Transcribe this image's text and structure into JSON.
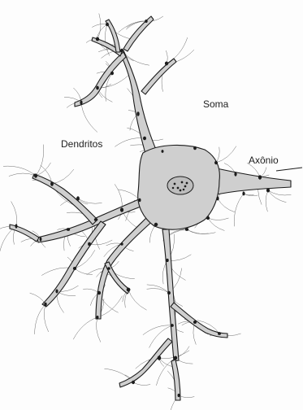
{
  "diagram": {
    "labels": {
      "soma": "Soma",
      "dendrites": "Dendritos",
      "axon": "Axônio"
    },
    "colors": {
      "cell_fill": "#cfcfcf",
      "outline": "#1c1c1c",
      "nucleus_fill": "#bdbdbd",
      "background": "#fdfdfd"
    }
  }
}
